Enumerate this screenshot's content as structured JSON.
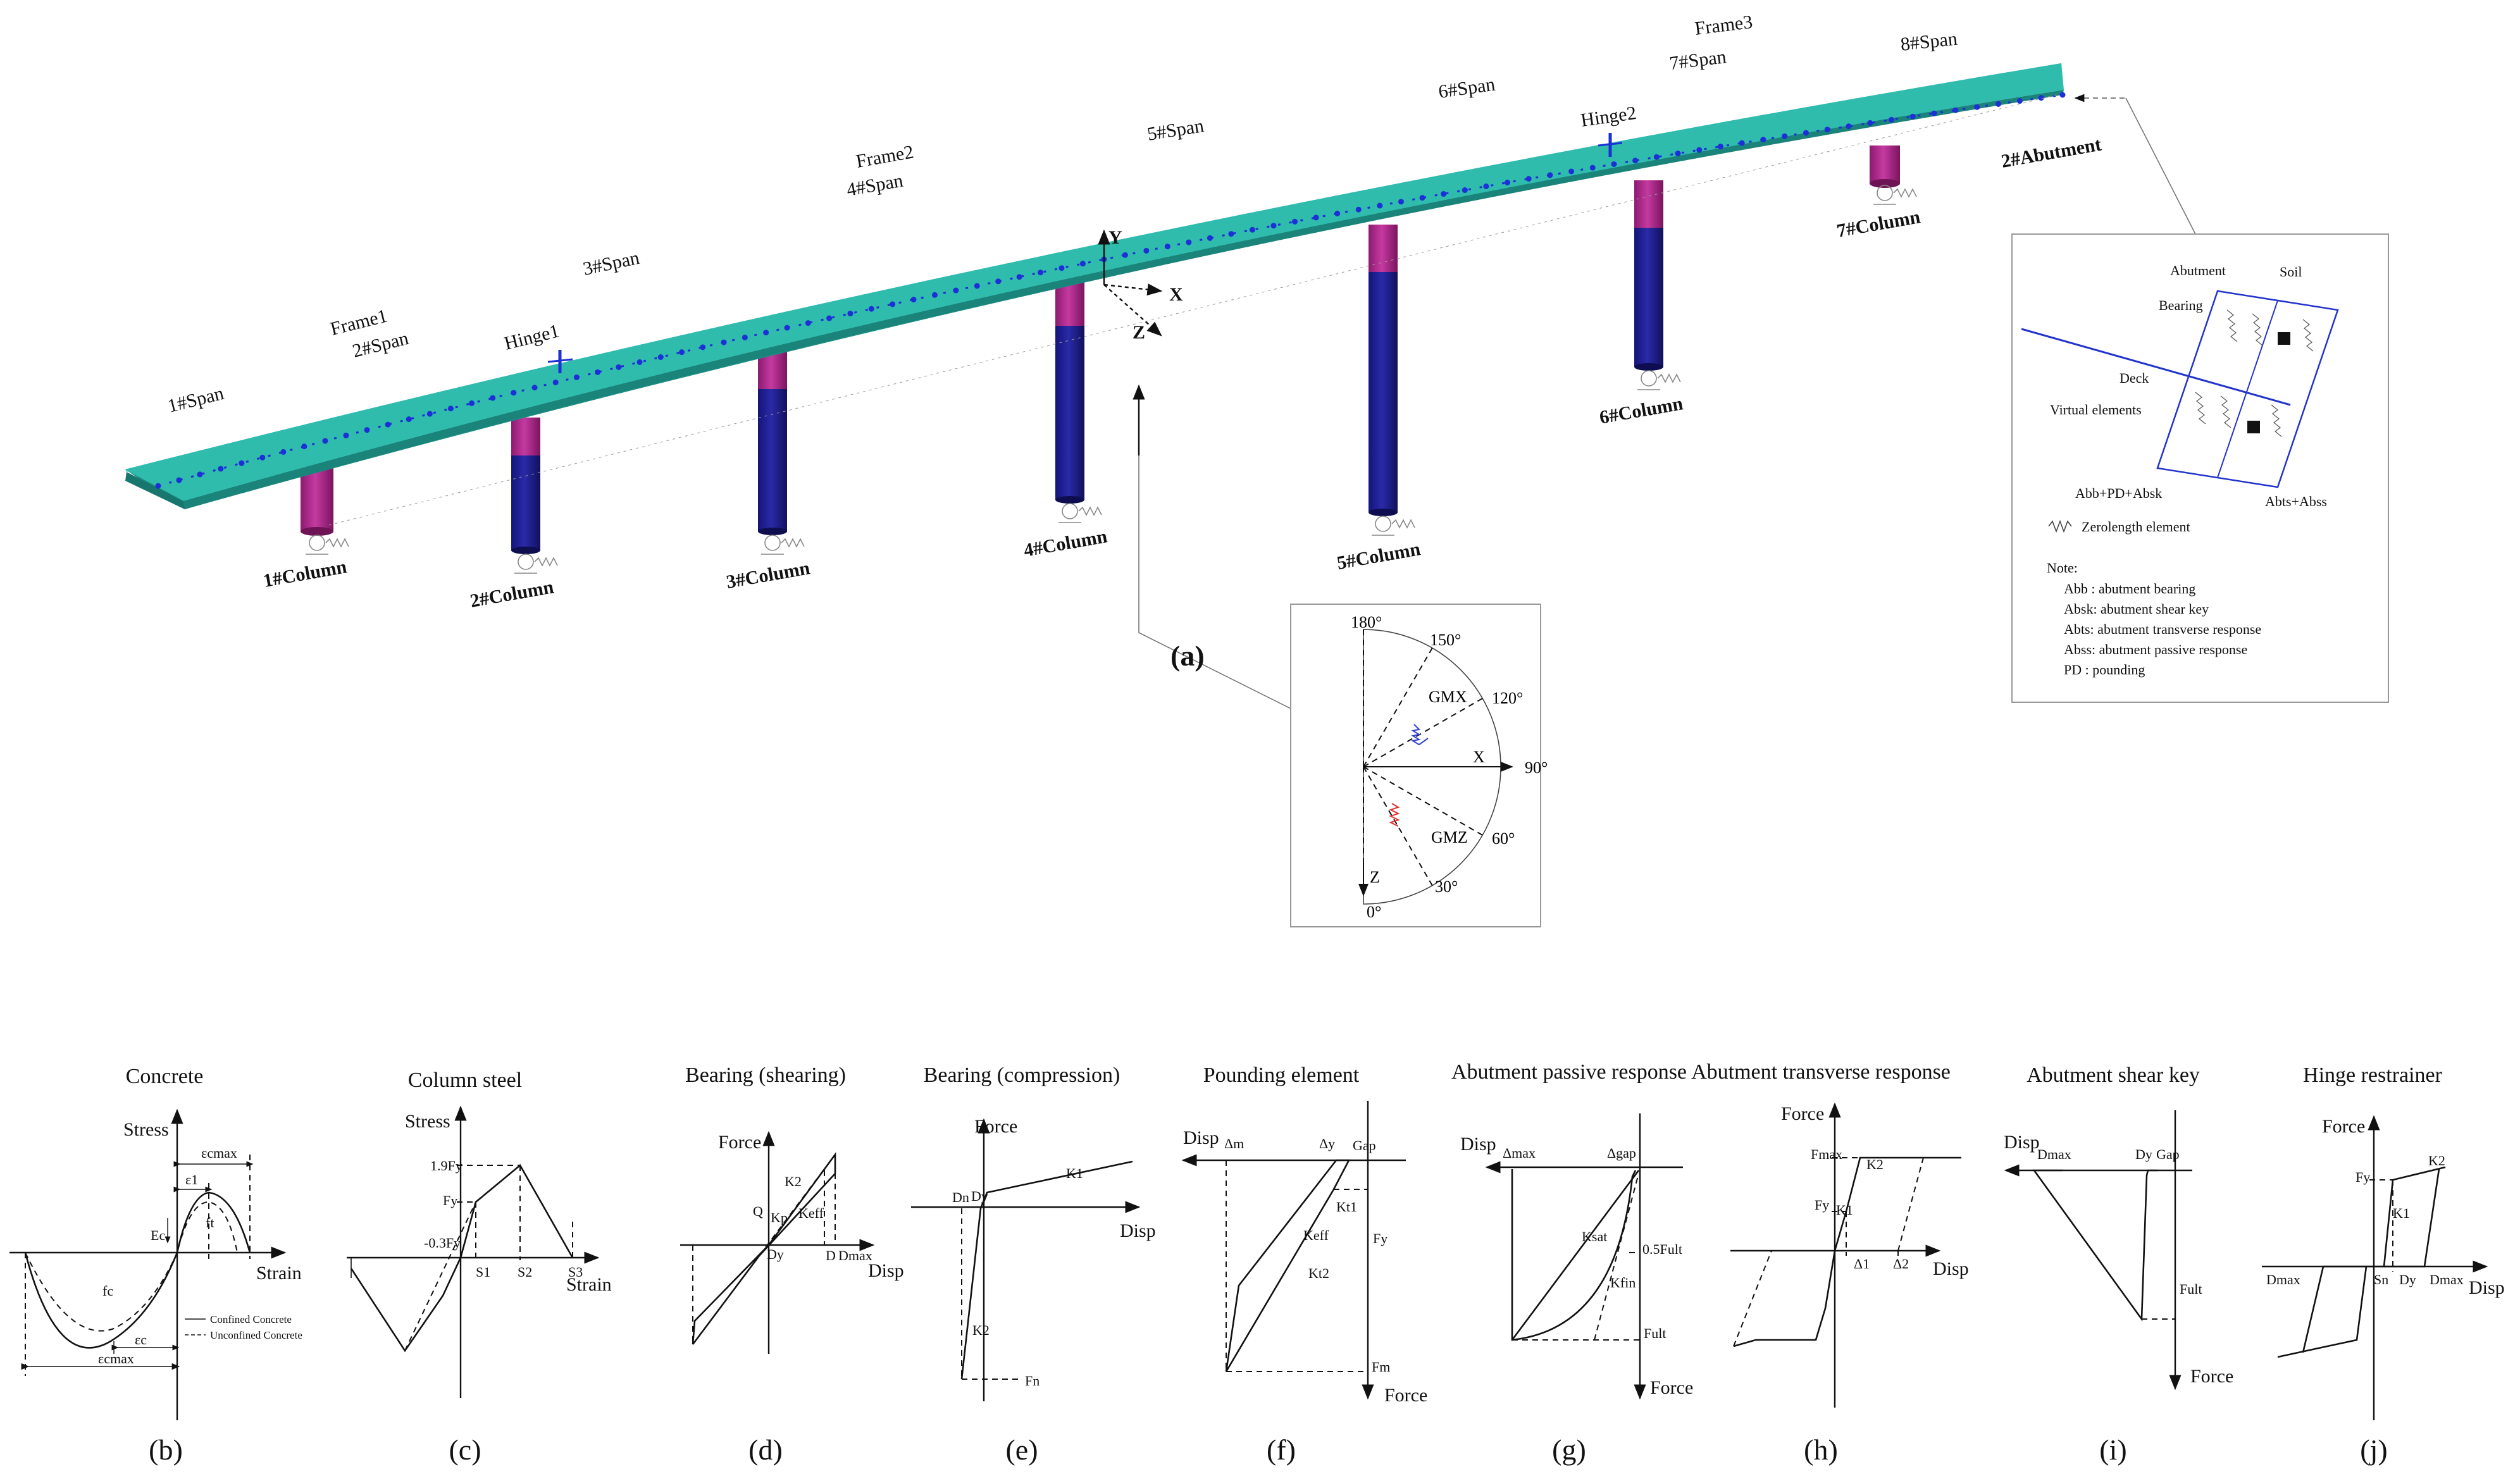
{
  "panel_a": {
    "caption": "(a)",
    "spans": [
      "1#Span",
      "2#Span",
      "3#Span",
      "4#Span",
      "5#Span",
      "6#Span",
      "7#Span",
      "8#Span"
    ],
    "frames": [
      "Frame1",
      "Frame2",
      "Frame3"
    ],
    "hinges": [
      "Hinge1",
      "Hinge2"
    ],
    "columns": [
      "1#Column",
      "2#Column",
      "3#Column",
      "4#Column",
      "5#Column",
      "6#Column",
      "7#Column"
    ],
    "abutment": "2#Abutment",
    "axes": {
      "x": "X",
      "y": "Y",
      "z": "Z"
    },
    "colors": {
      "deck": "#2fbcad",
      "deck_edge": "#1d8f84",
      "column": "#1f1f8f",
      "cap": "#b0248c",
      "node": "#1d2fd6"
    },
    "angle_inset": {
      "angles": [
        "180°",
        "150°",
        "120°",
        "90°",
        "60°",
        "30°",
        "0°"
      ],
      "gmx": "GMX",
      "gmz": "GMZ",
      "x": "X",
      "z": "Z"
    },
    "abutment_inset": {
      "abutment": "Abutment",
      "soil": "Soil",
      "bearing": "Bearing",
      "deck": "Deck",
      "virtual": "Virtual elements",
      "abb_combo": "Abb+PD+Absk",
      "abts_combo": "Abts+Abss",
      "zerolength": "Zerolength element",
      "note_title": "Note:",
      "notes": [
        "Abb : abutment bearing",
        "Absk: abutment shear key",
        "Abts: abutment transverse response",
        "Abss: abutment passive response",
        "PD   : pounding"
      ]
    }
  },
  "panels": [
    {
      "id": "b",
      "caption": "(b)",
      "title": "Concrete",
      "ylabel": "Stress",
      "xlabel": "Strain",
      "legend": [
        "Confined Concrete",
        "Unconfined Concrete"
      ]
    },
    {
      "id": "c",
      "caption": "(c)",
      "title": "Column steel",
      "ylabel": "Stress",
      "xlabel": "Strain"
    },
    {
      "id": "d",
      "caption": "(d)",
      "title": "Bearing (shearing)",
      "ylabel": "Force",
      "xlabel": "Disp"
    },
    {
      "id": "e",
      "caption": "(e)",
      "title": "Bearing (compression)",
      "ylabel": "Force",
      "xlabel": "Disp"
    },
    {
      "id": "f",
      "caption": "(f)",
      "title": "Pounding element",
      "ylabel": "Force",
      "xlabel": "Disp"
    },
    {
      "id": "g",
      "caption": "(g)",
      "title": "Abutment passive response",
      "ylabel": "Force",
      "xlabel": "Disp"
    },
    {
      "id": "h",
      "caption": "(h)",
      "title": "Abutment transverse response",
      "ylabel": "Force",
      "xlabel": "Disp"
    },
    {
      "id": "i",
      "caption": "(i)",
      "title": "Abutment shear key",
      "ylabel": "Force",
      "xlabel": "Disp"
    },
    {
      "id": "j",
      "caption": "(j)",
      "title": "Hinge restrainer",
      "ylabel": "Force",
      "xlabel": "Disp"
    }
  ],
  "symbols": {
    "b": {
      "ecmax": "εcmax",
      "e1": "ε1",
      "ft": "ft",
      "fc": "fc",
      "ec": "εc",
      "Ec": "Ec"
    },
    "c": {
      "fy19": "1.9Fy",
      "fy": "Fy",
      "fy03": "-0.3Fy",
      "s1": "S1",
      "s2": "S2",
      "s3": "S3"
    },
    "d": {
      "k2": "K2",
      "kp": "Kp",
      "keff": "Keff",
      "q": "Q",
      "dy": "Dy",
      "d": "D",
      "dmax": "Dmax"
    },
    "e": {
      "k1": "K1",
      "k2": "K2",
      "dy": "Dy",
      "dn": "Dn",
      "fn": "Fn"
    },
    "f": {
      "dm": "Δm",
      "dy": "Δy",
      "gap": "Gap",
      "kt1": "Kt1",
      "kt2": "Kt2",
      "keff": "Keff",
      "fy": "Fy",
      "fm": "Fm"
    },
    "g": {
      "dmax": "Δmax",
      "dgap": "Δgap",
      "ksat": "Ksat",
      "kfin": "Kfin",
      "half": "0.5Fult",
      "fult": "Fult"
    },
    "h": {
      "fmax": "Fmax",
      "fy": "Fy",
      "k1": "K1",
      "k2": "K2",
      "d1": "Δ1",
      "d2": "Δ2"
    },
    "i": {
      "dmax": "Dmax",
      "dy": "Dy",
      "gap": "Gap",
      "fult": "Fult"
    },
    "j": {
      "fy": "Fy",
      "k1": "K1",
      "k2": "K2",
      "sn": "Sn",
      "dy": "Dy",
      "dmax": "Dmax"
    }
  }
}
